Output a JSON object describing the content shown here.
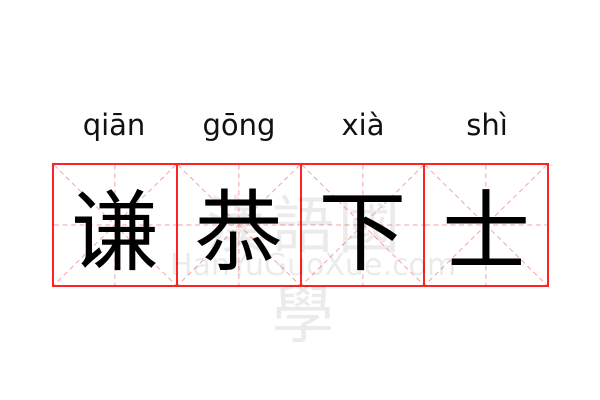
{
  "words": [
    {
      "pinyin": "qiān",
      "char": "谦"
    },
    {
      "pinyin": "gōng",
      "char": "恭"
    },
    {
      "pinyin": "xià",
      "char": "下"
    },
    {
      "pinyin": "shì",
      "char": "士"
    }
  ],
  "watermark": {
    "chars": "漢語國學",
    "site": "HanYuGuoXue.com"
  },
  "colors": {
    "border": "#ff2222",
    "guide": "#f8a0a0"
  }
}
